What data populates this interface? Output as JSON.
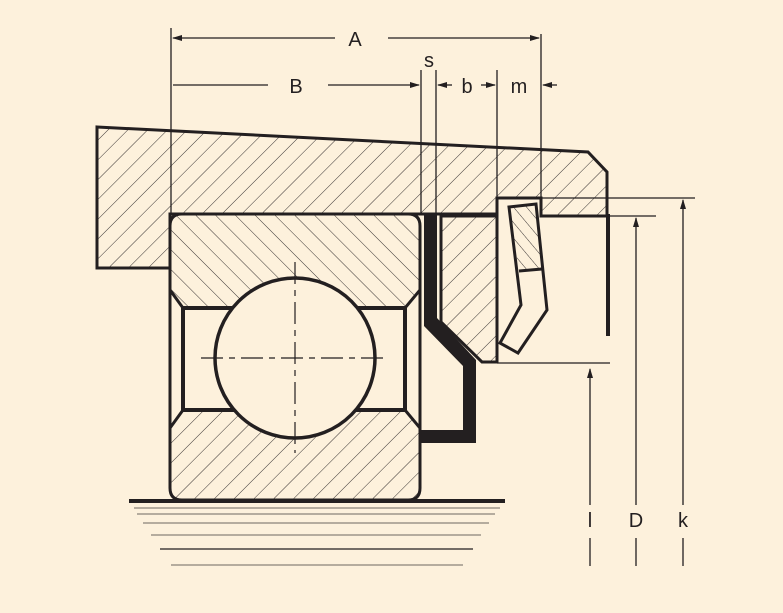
{
  "diagram": {
    "background": "#fdf1dc",
    "line_color": "#231f20",
    "labels": {
      "A": "A",
      "B": "B",
      "s": "s",
      "b": "b",
      "m": "m",
      "l": "l",
      "D": "D",
      "k": "k"
    }
  }
}
